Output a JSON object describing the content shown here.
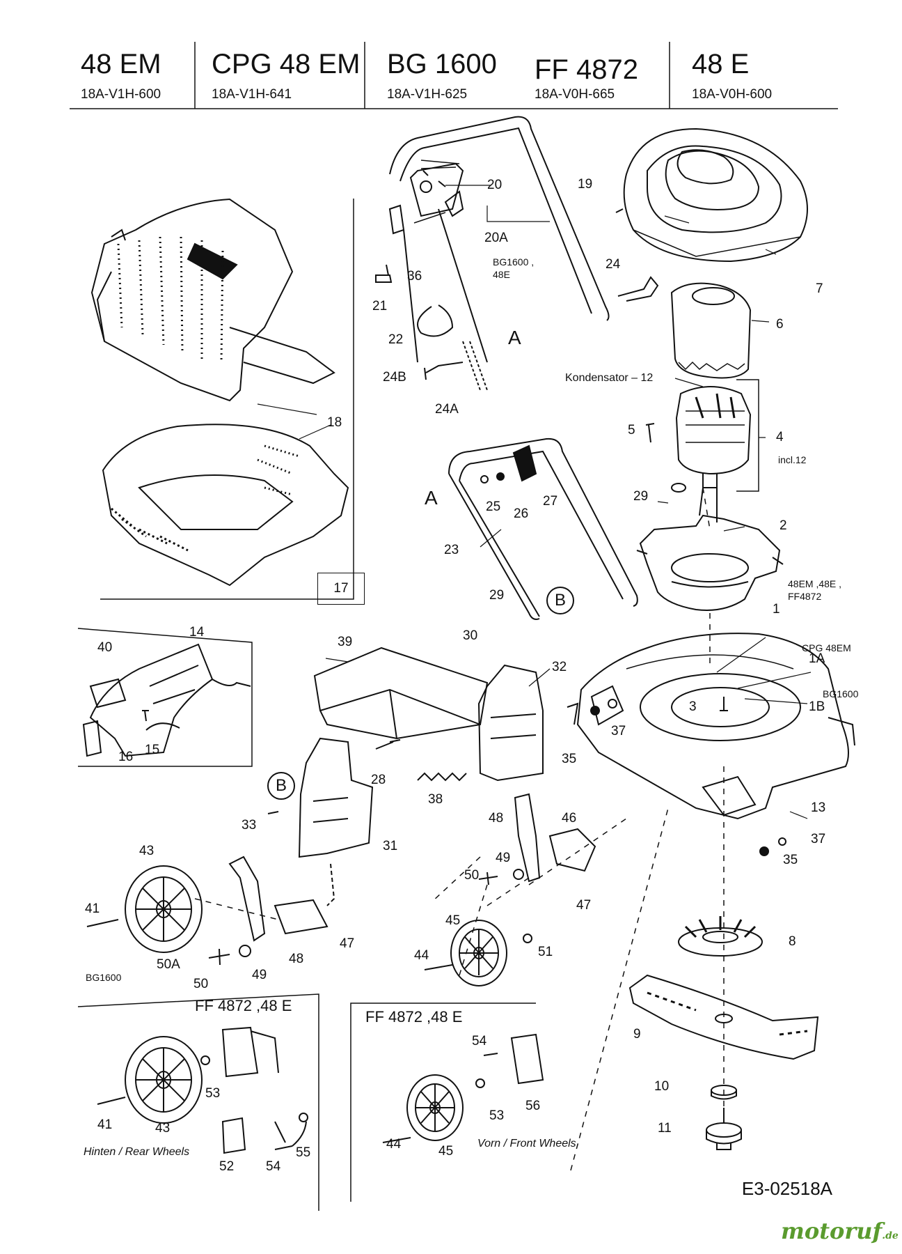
{
  "header": {
    "models": [
      {
        "name": "48 EM",
        "code": "18A-V1H-600"
      },
      {
        "name": "CPG 48 EM",
        "code": "18A-V1H-641"
      },
      {
        "name": "BG 1600",
        "code": "18A-V1H-625"
      },
      {
        "name": "FF 4872",
        "code": "18A-V0H-665"
      },
      {
        "name": "48 E",
        "code": "18A-V0H-600"
      }
    ]
  },
  "labels": {
    "p1": "1",
    "p1A": "1A",
    "p1B": "1B",
    "p2": "2",
    "p3": "3",
    "p4": "4",
    "p5": "5",
    "p6": "6",
    "p7": "7",
    "p8": "8",
    "p9": "9",
    "p10": "10",
    "p11": "11",
    "p12": "Kondensator – 12",
    "p13": "13",
    "p14": "14",
    "p15": "15",
    "p16": "16",
    "p17": "17",
    "p18": "18",
    "p19": "19",
    "p20": "20",
    "p20A": "20A",
    "p21": "21",
    "p22": "22",
    "p23": "23",
    "p24": "24",
    "p24A": "24A",
    "p24B": "24B",
    "p25": "25",
    "p26": "26",
    "p27": "27",
    "p28": "28",
    "p29a": "29",
    "p29b": "29",
    "p30": "30",
    "p31": "31",
    "p32": "32",
    "p33": "33",
    "p35a": "35",
    "p35b": "35",
    "p36": "36",
    "p37a": "37",
    "p37b": "37",
    "p38": "38",
    "p39": "39",
    "p40": "40",
    "p41a": "41",
    "p41b": "41",
    "p43a": "43",
    "p43b": "43",
    "p44a": "44",
    "p44b": "44",
    "p45a": "45",
    "p45b": "45",
    "p46": "46",
    "p47a": "47",
    "p47b": "47",
    "p48a": "48",
    "p48b": "48",
    "p49a": "49",
    "p49b": "49",
    "p50a": "50",
    "p50b": "50",
    "p50A": "50A",
    "p51": "51",
    "p52": "52",
    "p53a": "53",
    "p53b": "53",
    "p54a": "54",
    "p54b": "54",
    "p55": "55",
    "p56": "56"
  },
  "notes": {
    "incl12": "incl.12",
    "bg1600_48e_line1": "BG1600 ,",
    "bg1600_48e_line2": "48E",
    "models_1_line1": "48EM ,48E ,",
    "models_1_line2": "FF4872",
    "model_1A": "CPG 48EM",
    "model_1B": "BG1600",
    "model_50A": "BG1600",
    "ref_A": "A",
    "ref_B": "B"
  },
  "sections": {
    "rear": "FF 4872 ,48 E",
    "front": "FF 4872 ,48 E",
    "rear_caption": "Hinten / Rear Wheels",
    "front_caption": "Vorn / Front Wheels"
  },
  "footer": {
    "drawing_code": "E3-02518A",
    "brand": "motoruf",
    "brand_tld": ".de"
  }
}
